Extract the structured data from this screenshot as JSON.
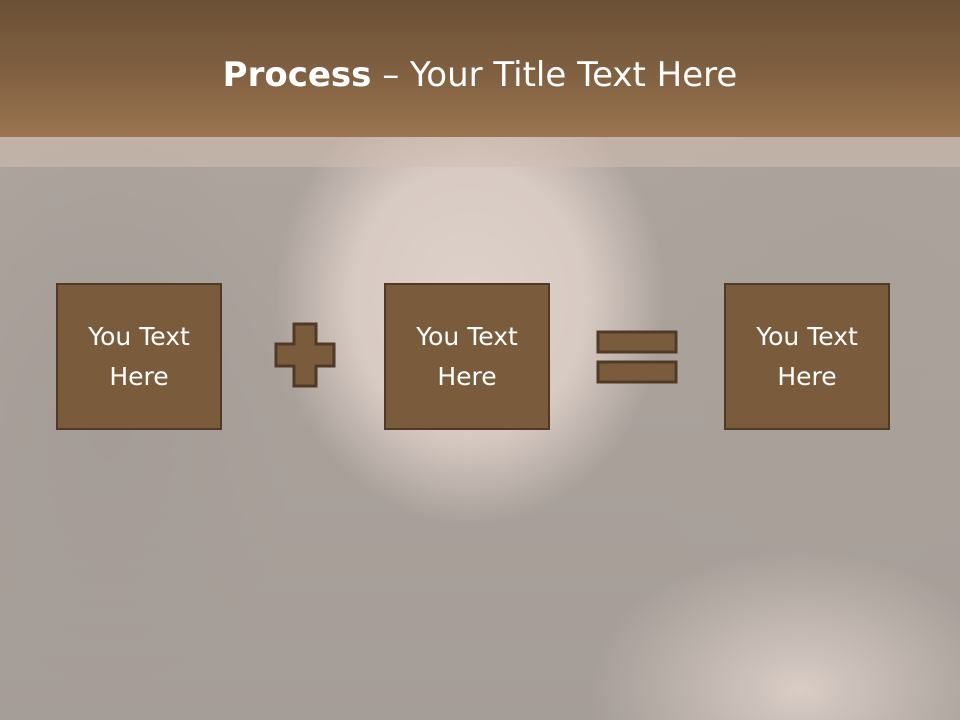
{
  "title": {
    "bold": "Process",
    "dash": " – ",
    "rest": "Your Title Text Here"
  },
  "boxes": [
    {
      "line1": "You Text",
      "line2": "Here"
    },
    {
      "line1": "You Text",
      "line2": "Here"
    },
    {
      "line1": "You Text",
      "line2": "Here"
    }
  ],
  "colors": {
    "box_fill": "#7a5c3d",
    "box_border": "#4f3a25",
    "title_bar": "#7f5f40",
    "text": "#ffffff"
  },
  "icons": [
    "plus-icon",
    "equals-icon"
  ]
}
